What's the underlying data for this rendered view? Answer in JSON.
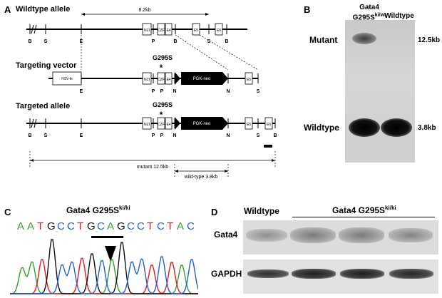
{
  "panels": {
    "a": {
      "letter": "A",
      "wildtype_title": "Wildtype allele",
      "targeting_title": "Targeting vector",
      "targeted_title": "Targeted allele",
      "scale_8_2": "8.2kb",
      "mutation": "G295S",
      "asterisk": "*",
      "hsv_tk": "HSV-tk",
      "pgk_neo": "PGK-neo",
      "nzi": "NZI",
      "czf": "CZF",
      "e4": "E4",
      "e5": "E5",
      "e6": "E6",
      "sites_wt": [
        "B",
        "S",
        "E",
        "P",
        "B",
        "S",
        "B"
      ],
      "sites_tv": [
        "E",
        "P",
        "P",
        "N",
        "N",
        "S"
      ],
      "sites_ta": [
        "B",
        "S",
        "E",
        "P",
        "P",
        "N",
        "N",
        "S",
        "B"
      ],
      "mutant_size": "mutant 12.5kb",
      "wildtype_size": "wild-type 3.8kb"
    },
    "b": {
      "letter": "B",
      "lane1_line1": "Gata4",
      "lane1_line2": "G295S",
      "lane1_sup": "ki/wt",
      "lane2": "Wildtype",
      "mutant_label": "Mutant",
      "wildtype_label": "Wildtype",
      "mutant_size": "12.5kb",
      "wildtype_size": "3.8kb"
    },
    "c": {
      "letter": "C",
      "title": "Gata4 G295S",
      "title_sup": "ki/ki",
      "sequence": [
        "A",
        "A",
        "T",
        "G",
        "C",
        "C",
        "T",
        "G",
        "C",
        "A",
        "G",
        "C",
        "C",
        "T",
        "C",
        "T",
        "A",
        "C"
      ],
      "base_colors": {
        "A": "#33a02c",
        "T": "#e31a1c",
        "G": "#111111",
        "C": "#1f5fd6"
      }
    },
    "d": {
      "letter": "D",
      "wildtype": "Wildtype",
      "group": "Gata4 G295S",
      "group_sup": "ki/ki",
      "row1": "Gata4",
      "row2": "GAPDH"
    }
  }
}
